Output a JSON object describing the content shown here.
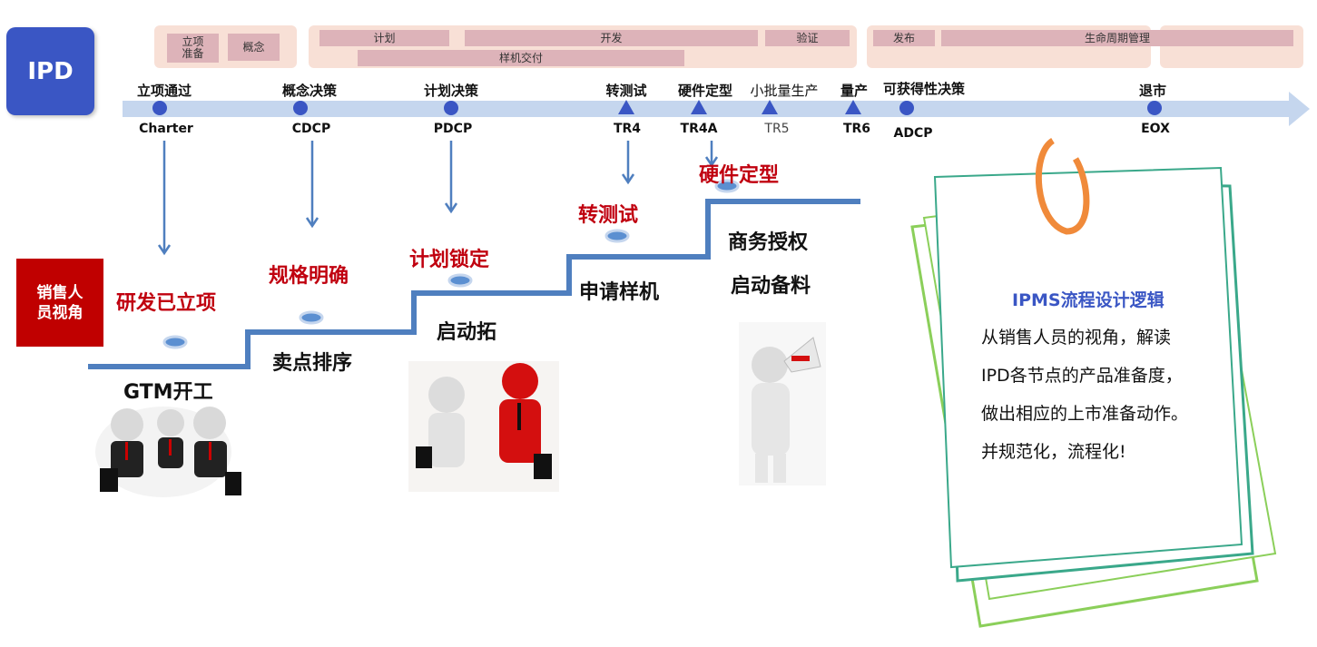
{
  "ipd_label": "IPD",
  "phases": {
    "row1": [
      {
        "label": "立项\n准备"
      },
      {
        "label": "概念"
      },
      {
        "label": "计划"
      },
      {
        "label": "开发"
      },
      {
        "label": "验证"
      },
      {
        "label": "发布"
      },
      {
        "label": "生命周期管理"
      }
    ],
    "row2": [
      {
        "label": "样机交付"
      }
    ]
  },
  "milestones": [
    {
      "top": "立项通过",
      "bottom": "Charter",
      "marker": "circle"
    },
    {
      "top": "概念决策",
      "bottom": "CDCP",
      "marker": "circle"
    },
    {
      "top": "计划决策",
      "bottom": "PDCP",
      "marker": "circle"
    },
    {
      "top": "转测试",
      "bottom": "TR4",
      "marker": "triangle"
    },
    {
      "top": "硬件定型",
      "bottom": "TR4A",
      "marker": "triangle"
    },
    {
      "top": "小批量生产",
      "bottom": "TR5",
      "marker": "triangle"
    },
    {
      "top": "量产",
      "bottom": "TR6",
      "marker": "triangle"
    },
    {
      "top": "可获得性决策",
      "bottom": "ADCP",
      "marker": "circle"
    },
    {
      "top": "退市",
      "bottom": "EOX",
      "marker": "circle"
    }
  ],
  "sales_box": {
    "line1": "销售人",
    "line2": "员视角"
  },
  "steps": [
    {
      "red": "研发已立项",
      "black": "GTM开工"
    },
    {
      "red": "规格明确",
      "black": "卖点排序"
    },
    {
      "red": "计划锁定",
      "black": "启动拓"
    },
    {
      "red": "转测试",
      "black": "申请样机"
    },
    {
      "red": "硬件定型",
      "black": "商务授权",
      "black2": "启动备料"
    }
  ],
  "note": {
    "title": "IPMS流程设计逻辑",
    "lines": [
      "从销售人员的视角，解读",
      "IPD各节点的产品准备度，",
      "做出相应的上市准备动作。",
      "并规范化，流程化!"
    ]
  },
  "colors": {
    "accent_blue": "#3a56c4",
    "timeline": "#c5d6ee",
    "stair": "#4f7fbf",
    "red": "#c0000f",
    "phase_bg": "#f8e0d6",
    "phase_bar": "#ddb3b9",
    "note_green": "#3aa88a"
  }
}
